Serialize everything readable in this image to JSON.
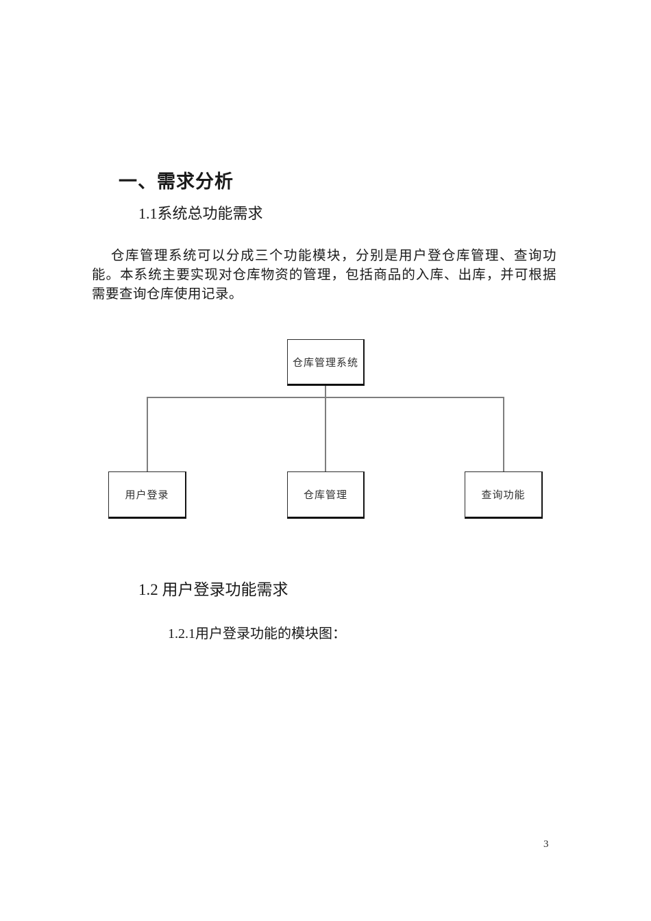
{
  "document": {
    "heading_main": "一、需求分析",
    "section_1_1": "1.1系统总功能需求",
    "paragraph_1": "仓库管理系统可以分成三个功能模块，分别是用户登仓库管理、查询功能。本系统主要实现对仓库物资的管理，包括商品的入库、出库，并可根据需要查询仓库使用记录。",
    "section_1_2": "1.2 用户登录功能需求",
    "section_1_2_1": "1.2.1用户登录功能的模块图：",
    "page_number": "3"
  },
  "diagram": {
    "root_label": "仓库管理系统",
    "children": [
      {
        "label": "用户登录"
      },
      {
        "label": "仓库管理"
      },
      {
        "label": "查询功能"
      }
    ],
    "line_color": "#7d7d7d",
    "box_border_color": "#1a1a1a",
    "background_color": "#ffffff"
  }
}
